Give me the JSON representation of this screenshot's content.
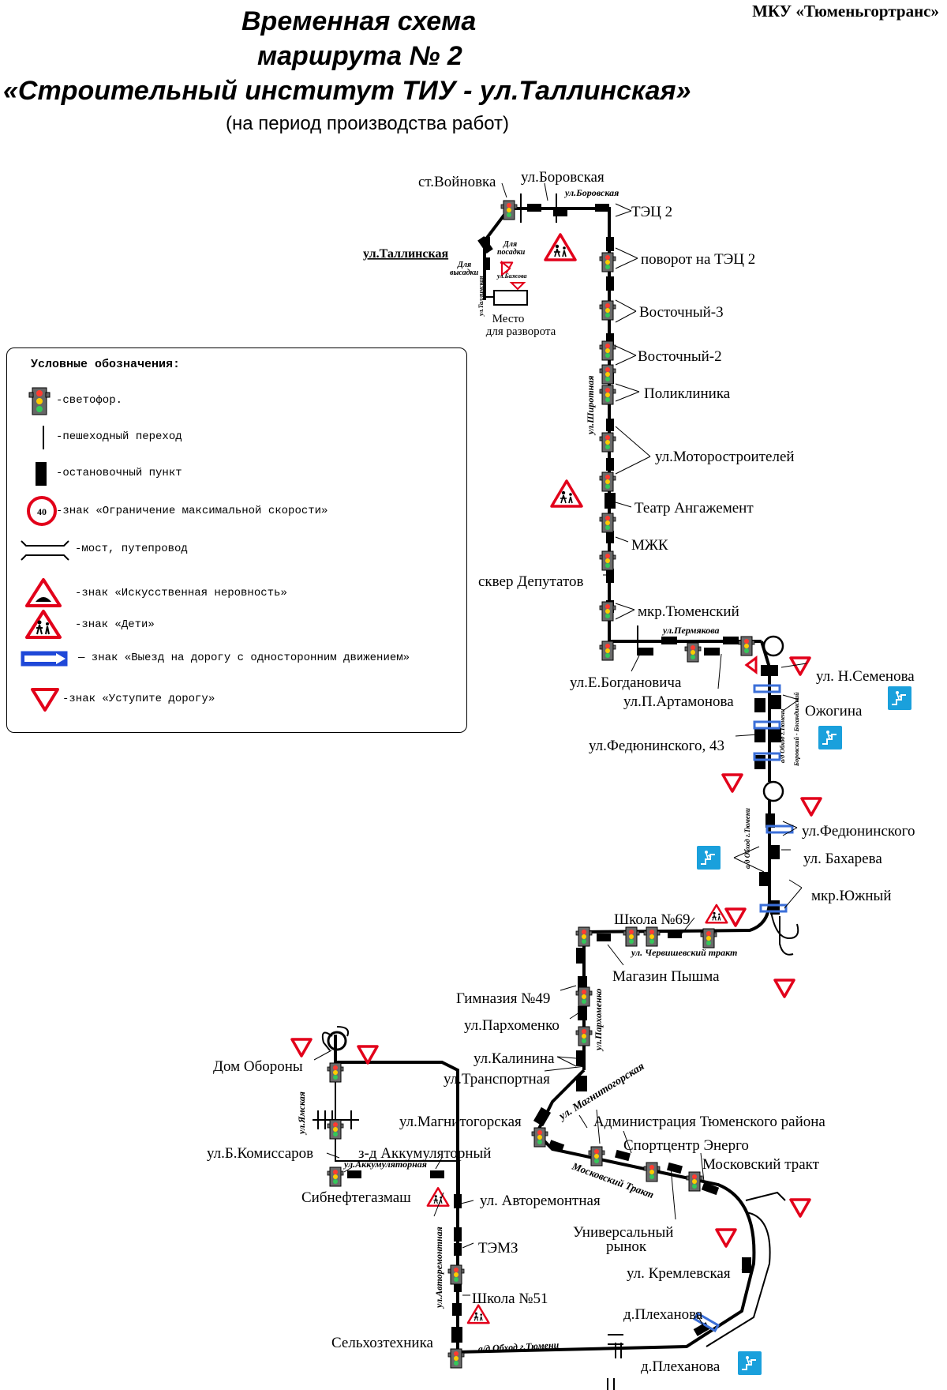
{
  "header": {
    "organization": "МКУ «Тюменьгортранс»",
    "title_line1": "Временная схема",
    "title_line2": "маршрута № 2",
    "title_line3": "«Строительный институт ТИУ - ул.Таллинская»",
    "subtitle": "(на период производства работ)"
  },
  "legend": {
    "title": "Условные обозначения:",
    "items": [
      {
        "icon": "traffic-light-icon",
        "text": "-светофор."
      },
      {
        "icon": "pedestrian-crossing-icon",
        "text": "-пешеходный переход"
      },
      {
        "icon": "bus-stop-icon",
        "text": "-остановочный пункт"
      },
      {
        "icon": "speed-limit-sign-icon",
        "sign_value": "40",
        "text": "-знак «Ограничение максимальной скорости»"
      },
      {
        "icon": "bridge-icon",
        "text": "-мост, путепровод"
      },
      {
        "icon": "speed-bump-sign-icon",
        "text": "-знак «Искусственная неровность»"
      },
      {
        "icon": "children-sign-icon",
        "text": "-знак «Дети»"
      },
      {
        "icon": "one-way-sign-icon",
        "text": "— знак «Выезд на дорогу с односторонним движением»"
      },
      {
        "icon": "give-way-sign-icon",
        "text": "-знак «Уступите дорогу»"
      }
    ]
  },
  "stops": {
    "voinovka": "ст.Войновка",
    "borovskaya": "ул.Боровская",
    "tets2": "ТЭЦ 2",
    "tallinskaya": "ул.Таллинская",
    "turn_tets2": "поворот на ТЭЦ 2",
    "vostochny3": "Восточный-3",
    "vostochny2": "Восточный-2",
    "poliklinika": "Поликлиника",
    "motorostroiteley": "ул.Моторостроителей",
    "teatr": "Театр Ангажемент",
    "mzhk": "МЖК",
    "skver": "сквер Депутатов",
    "tyumensky": "мкр.Тюменский",
    "bogdanovicha": "ул.Е.Богдановича",
    "artamonova": "ул.П.Артамонова",
    "semenova": "ул. Н.Семенова",
    "ozhogina": "Ожогина",
    "fedyuninskogo43": "ул.Федюнинского, 43",
    "fedyuninskogo": "ул.Федюнинского",
    "bakhareva": "ул. Бахарева",
    "yuzhny": "мкр.Южный",
    "shkola69": "Школа №69",
    "magazin": "Магазин Пышма",
    "gimnaziya": "Гимназия №49",
    "parkhomenko": "ул.Пархоменко",
    "kalinina": "ул.Калинина",
    "transportnaya": "ул.Транспортная",
    "magnitogorskaya": "ул.Магнитогорская",
    "administratsiya": "Администрация Тюменского района",
    "sportcentr": "Спортцентр Энерго",
    "moskovsky": "Московский тракт",
    "universalny1": "Универсальный",
    "universalny2": "рынок",
    "kremlevskaya": "ул. Кремлевская",
    "plekhanova1": "д.Плеханова",
    "plekhanova2": "д.Плеханова",
    "dom_oborony": "Дом Обороны",
    "komissarov": "ул.Б.Комиссаров",
    "akkumulyatorny": "з-д Аккумуляторный",
    "sibneftegaz": "Сибнефтегазмаш",
    "avtoremontnaya": "ул. Авторемонтная",
    "temz": "ТЭМЗ",
    "shkola51": "Школа №51",
    "selkhoztekhnika": "Сельхозтехника"
  },
  "turnaround": {
    "line1": "Место",
    "line2": "для разворота"
  },
  "notes": {
    "dlya_posadki1": "Для",
    "dlya_posadki2": "посадки",
    "dlya_vysadki1": "Для",
    "dlya_vysadki2": "высадки"
  },
  "streets": {
    "borovskaya": "ул.Боровская",
    "bazhova": "ул.Бажова",
    "tallinskaya": "ул.Таллинская",
    "shirotnaya": "ул.Широтная",
    "permyakova": "ул.Пермякова",
    "obkhod1": "а/д Обход г.Тюмени",
    "obkhod_borovsky1": "а/д Обход г.Тюмени",
    "obkhod_borovsky2": "Боровский - Богандинский",
    "chervishevsky": "ул. Червишевский тракт",
    "parkhomenko": "ул.Пархоменко",
    "magnitogorskaya": "ул. Магнитогорская",
    "moskovsky": "Московский Тракт",
    "yamskaya": "ул.Ямская",
    "akkumulyatornaya": "ул.Аккумуляторная",
    "avtoremontnaya": "ул.Авторемонтная",
    "obkhod2": "а/д Обход г.Тюмени"
  },
  "colors": {
    "route": "#000000",
    "sign_red": "#e2001a",
    "one_way_blue": "#1f48d8",
    "info_blue": "#1aa0dc",
    "traffic_light": "#6b6b6b"
  }
}
